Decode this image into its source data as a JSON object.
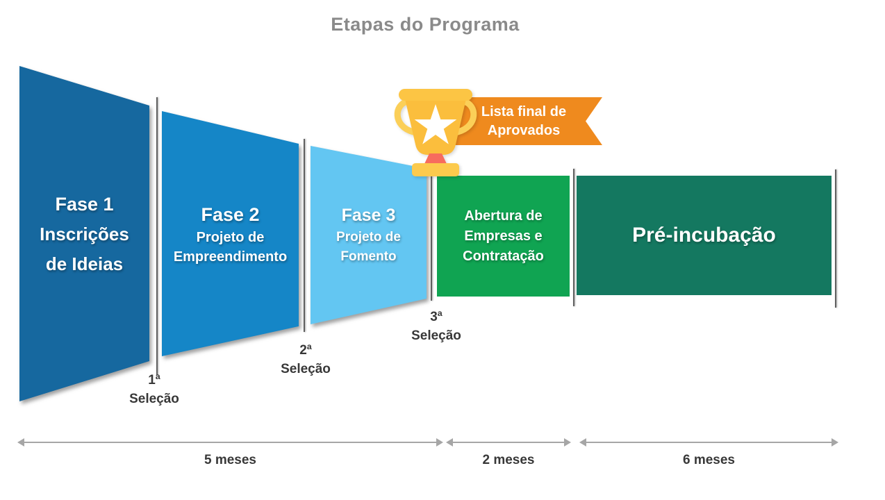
{
  "title": "Etapas do Programa",
  "phases": [
    {
      "title": "Fase 1",
      "subtitle_lines": [
        "Inscrições",
        "de Ideias"
      ],
      "color": "#16689F"
    },
    {
      "title": "Fase 2",
      "subtitle_lines": [
        "Projeto de",
        "Empreendimento"
      ],
      "color": "#1586C7"
    },
    {
      "title": "Fase 3",
      "subtitle_lines": [
        "Projeto de",
        "Fomento"
      ],
      "color": "#63C6F2"
    },
    {
      "title_lines": [
        "Abertura de",
        "Empresas e",
        "Contratação"
      ],
      "color": "#10A452"
    },
    {
      "title": "Pré-incubação",
      "color": "#147860"
    }
  ],
  "selections": [
    {
      "number": "1ª",
      "label": "Seleção"
    },
    {
      "number": "2ª",
      "label": "Seleção"
    },
    {
      "number": "3ª",
      "label": "Seleção"
    }
  ],
  "award": {
    "icon": "trophy-icon",
    "banner_lines": [
      "Lista final de",
      "Aprovados"
    ],
    "banner_color": "#EF8A1E"
  },
  "timeline": [
    {
      "label": "5 meses"
    },
    {
      "label": "2 meses"
    },
    {
      "label": "6 meses"
    }
  ],
  "colors": {
    "title_text": "#8A8A8A",
    "label_text": "#383838",
    "arrow": "#A6A6A6",
    "phase_text": "#FFFFFF",
    "divider_line": "#606060",
    "trophy_gold": "#FBBE3D",
    "trophy_rim": "#FCC544",
    "trophy_handle": "#FBCF58",
    "trophy_base": "#FCCA4D",
    "trophy_stem_red": "#F76C5E"
  }
}
